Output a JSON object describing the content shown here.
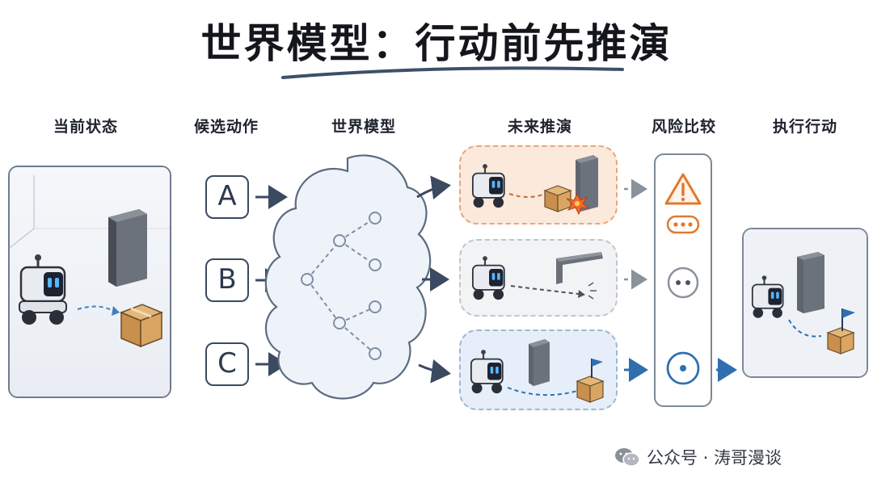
{
  "title": "世界模型：行动前先推演",
  "columns": {
    "current_state": "当前状态",
    "candidate_actions": "候选动作",
    "world_model": "世界模型",
    "future_rollout": "未来推演",
    "risk_compare": "风险比较",
    "execute_action": "执行行动"
  },
  "actions": [
    "A",
    "B",
    "C"
  ],
  "watermark": {
    "text": "公众号 · 涛哥漫谈",
    "icon": "wechat-icon"
  },
  "colors": {
    "risk_high": "#e0792f",
    "risk_mid": "#8a929c",
    "safe": "#2f6fb0",
    "scenario_a_bg": "#fbe9dc",
    "scenario_b_bg": "#f2f3f5",
    "scenario_c_bg": "#e6eef9",
    "cloud_fill": "#eef3fa"
  },
  "icons": {
    "risk_a": "warning-triangle-icon",
    "risk_a_sub": "ellipsis-icon",
    "risk_b": "neutral-dots-icon",
    "risk_c": "target-icon"
  }
}
